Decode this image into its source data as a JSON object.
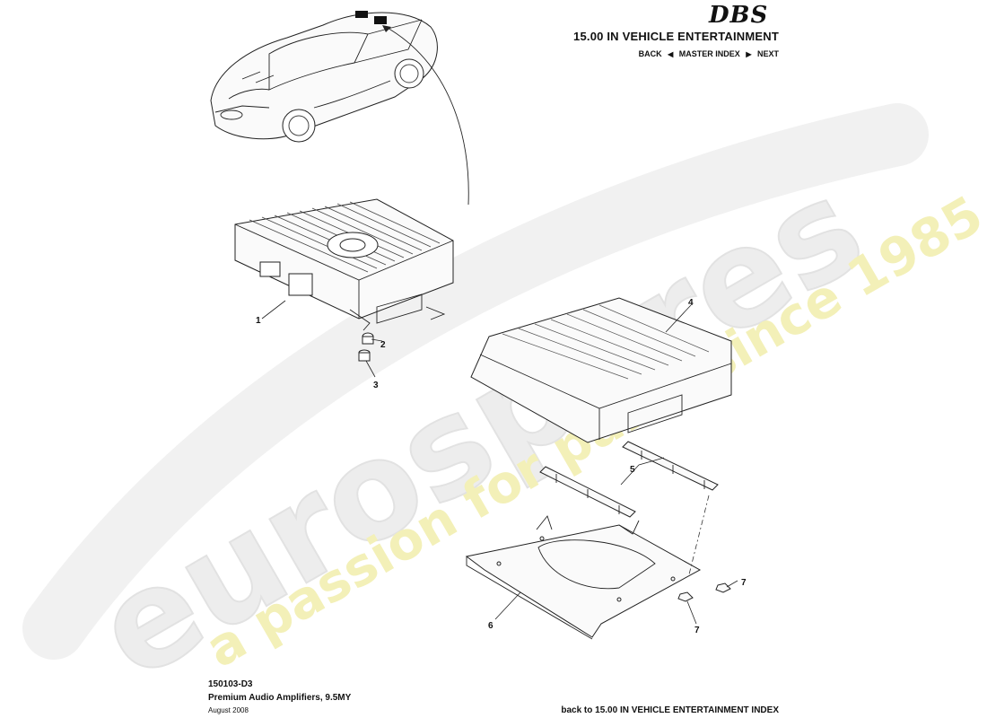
{
  "header": {
    "logo_text": "DBS",
    "section_title": "15.00 IN VEHICLE ENTERTAINMENT",
    "nav": {
      "back": "BACK",
      "master_index": "MASTER INDEX",
      "next": "NEXT"
    }
  },
  "watermark": {
    "brand": "eurospares",
    "tagline": "a passion for parts since 1985"
  },
  "callouts": [
    "1",
    "2",
    "3",
    "4",
    "5",
    "6",
    "7",
    "7"
  ],
  "footer": {
    "code": "150103-D3",
    "title": "Premium Audio Amplifiers, 9.5MY",
    "date": "August 2008",
    "back_link": "back to 15.00 IN VEHICLE ENTERTAINMENT INDEX"
  },
  "colors": {
    "watermark_gray": "#e8e8e8",
    "watermark_yellow": "#f2efb0",
    "line": "#222222"
  }
}
